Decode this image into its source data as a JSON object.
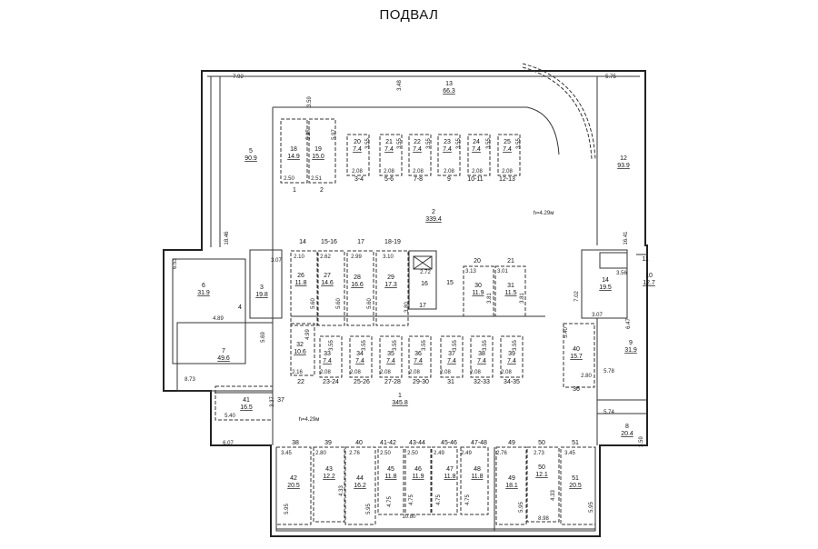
{
  "title": "ПОДВАЛ",
  "heights": [
    "h=4.29м",
    "h=4.29м"
  ],
  "rooms": [
    {
      "num": "18",
      "area": "14.9"
    },
    {
      "num": "19",
      "area": "15.0"
    },
    {
      "num": "20",
      "area": "7.4"
    },
    {
      "num": "21",
      "area": "7.4"
    },
    {
      "num": "22",
      "area": "7.4"
    },
    {
      "num": "23",
      "area": "7.4"
    },
    {
      "num": "24",
      "area": "7.4"
    },
    {
      "num": "25",
      "area": "7.4"
    },
    {
      "num": "13",
      "area": "66.3"
    },
    {
      "num": "5",
      "area": "90.9"
    },
    {
      "num": "12",
      "area": "93.9"
    },
    {
      "num": "2",
      "area": "339.4"
    },
    {
      "num": "26",
      "area": "11.8"
    },
    {
      "num": "27",
      "area": "14.6"
    },
    {
      "num": "28",
      "area": "16.6"
    },
    {
      "num": "29",
      "area": "17.3"
    },
    {
      "num": "16",
      "area": ""
    },
    {
      "num": "15",
      "area": ""
    },
    {
      "num": "17",
      "area": ""
    },
    {
      "num": "30",
      "area": "11.9"
    },
    {
      "num": "31",
      "area": "11.5"
    },
    {
      "num": "6",
      "area": "31.9"
    },
    {
      "num": "3",
      "area": "19.8"
    },
    {
      "num": "4",
      "area": ""
    },
    {
      "num": "14",
      "area": "19.5"
    },
    {
      "num": "10",
      "area": "12.7"
    },
    {
      "num": "11",
      "area": ""
    },
    {
      "num": "32",
      "area": "10.6"
    },
    {
      "num": "33",
      "area": "7.4"
    },
    {
      "num": "34",
      "area": "7.4"
    },
    {
      "num": "35",
      "area": "7.4"
    },
    {
      "num": "36",
      "area": "7.4"
    },
    {
      "num": "37",
      "area": "7.4"
    },
    {
      "num": "38",
      "area": "7.4"
    },
    {
      "num": "39",
      "area": "7.4"
    },
    {
      "num": "7",
      "area": "49.6"
    },
    {
      "num": "40",
      "area": "15.7"
    },
    {
      "num": "9",
      "area": "31.9"
    },
    {
      "num": "1",
      "area": "345.8"
    },
    {
      "num": "41",
      "area": "16.5"
    },
    {
      "num": "8",
      "area": "20.4"
    },
    {
      "num": "42",
      "area": "20.5"
    },
    {
      "num": "43",
      "area": "12.2"
    },
    {
      "num": "44",
      "area": "16.2"
    },
    {
      "num": "45",
      "area": "11.8"
    },
    {
      "num": "46",
      "area": "11.9"
    },
    {
      "num": "47",
      "area": "11.8"
    },
    {
      "num": "48",
      "area": "11.8"
    },
    {
      "num": "49",
      "area": "18.1"
    },
    {
      "num": "50",
      "area": "12.1"
    },
    {
      "num": "51",
      "area": "20.5"
    },
    {
      "num": "37",
      "area": ""
    },
    {
      "num": "36",
      "area": ""
    }
  ],
  "slots": [
    "1",
    "2",
    "3-4",
    "5-6",
    "7-8",
    "9",
    "10-11",
    "12-13",
    "14",
    "15-16",
    "17",
    "18-19",
    "20",
    "21",
    "22",
    "23-24",
    "25-26",
    "27-28",
    "29-30",
    "31",
    "32-33",
    "34-35",
    "38",
    "39",
    "40",
    "41-42",
    "43-44",
    "45-46",
    "47-48",
    "49",
    "50",
    "51"
  ],
  "dimensions": [
    "7.92",
    "3.59",
    "3.48",
    "5.75",
    "5.97",
    "5.97",
    "2.50",
    "2.51",
    "3.55",
    "3.55",
    "3.55",
    "3.55",
    "3.55",
    "3.55",
    "2.08",
    "2.08",
    "2.08",
    "2.08",
    "2.08",
    "2.08",
    "18.46",
    "16.41",
    "6.53",
    "3.07",
    "2.10",
    "2.62",
    "2.99",
    "3.10",
    "5.60",
    "5.60",
    "5.60",
    "2.72",
    "3.13",
    "3.01",
    "3.81",
    "3.81",
    "3.80",
    "4.89",
    "5.69",
    "8.73",
    "4.99",
    "2.16",
    "3.55",
    "3.55",
    "3.55",
    "3.55",
    "3.55",
    "3.55",
    "3.55",
    "2.08",
    "2.08",
    "2.08",
    "2.08",
    "2.08",
    "2.08",
    "2.08",
    "7.02",
    "3.56",
    "3.07",
    "6.47",
    "5.40",
    "2.80",
    "5.78",
    "5.74",
    "3.59",
    "3.37",
    "5.40",
    "6.07",
    "3.45",
    "2.80",
    "2.76",
    "2.50",
    "2.50",
    "2.49",
    "2.49",
    "2.76",
    "2.73",
    "3.45",
    "4.33",
    "4.33",
    "4.75",
    "4.75",
    "4.75",
    "4.75",
    "5.95",
    "5.95",
    "5.95",
    "5.95",
    "10.80",
    "8.98"
  ]
}
